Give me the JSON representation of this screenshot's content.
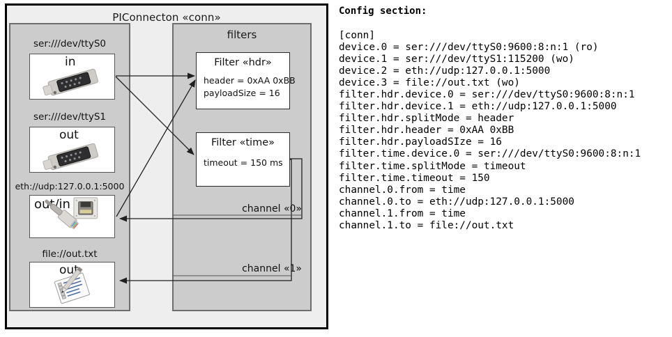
{
  "diagram": {
    "component_title": "PIConnecton «conn»",
    "devices_panel": {
      "name": "devices",
      "items": [
        {
          "label": "ser:///dev/ttyS0",
          "io": "in",
          "icon": "serial-connector-icon"
        },
        {
          "label": "ser:///dev/ttyS1",
          "io": "out",
          "icon": "serial-connector-icon"
        },
        {
          "label": "eth://udp:127.0.0.1:5000",
          "io": "out/in",
          "icon": "ethernet-jack-icon"
        },
        {
          "label": "file://out.txt",
          "io": "out",
          "icon": "document-pencil-icon"
        }
      ]
    },
    "filters_panel": {
      "title": "filters",
      "filters": [
        {
          "title": "Filter «hdr»",
          "attrs": [
            "header = 0xAA 0xBB",
            "payloadSize = 16"
          ]
        },
        {
          "title": "Filter «time»",
          "attrs": [
            "timeout = 150 ms"
          ]
        }
      ],
      "channels": [
        {
          "label": "channel «0»"
        },
        {
          "label": "channel «1»"
        }
      ]
    },
    "colors": {
      "outer_border": "#000000",
      "outer_fill": "#eeeeee",
      "panel_fill": "#cccccc",
      "panel_border": "#6e6e6e",
      "box_fill": "#ffffff",
      "box_border": "#555555",
      "arrow": "#222222"
    }
  },
  "config": {
    "heading": "Config section:",
    "lines": [
      "[conn]",
      "device.0 = ser:///dev/ttyS0:9600:8:n:1 (ro)",
      "device.1 = ser:///dev/ttyS1:115200 (wo)",
      "device.2 = eth://udp:127.0.0.1:5000",
      "device.3 = file://out.txt (wo)",
      "filter.hdr.device.0 = ser:///dev/ttyS0:9600:8:n:1",
      "filter.hdr.device.1 = eth://udp:127.0.0.1:5000",
      "filter.hdr.splitMode = header",
      "filter.hdr.header = 0xAA 0xBB",
      "filter.hdr.payloadSIze = 16",
      "filter.time.device.0 = ser:///dev/ttyS0:9600:8:n:1",
      "filter.time.splitMode = timeout",
      "filter.time.timeout = 150",
      "channel.0.from = time",
      "channel.0.to = eth://udp:127.0.0.1:5000",
      "channel.1.from = time",
      "channel.1.to = file://out.txt"
    ]
  }
}
